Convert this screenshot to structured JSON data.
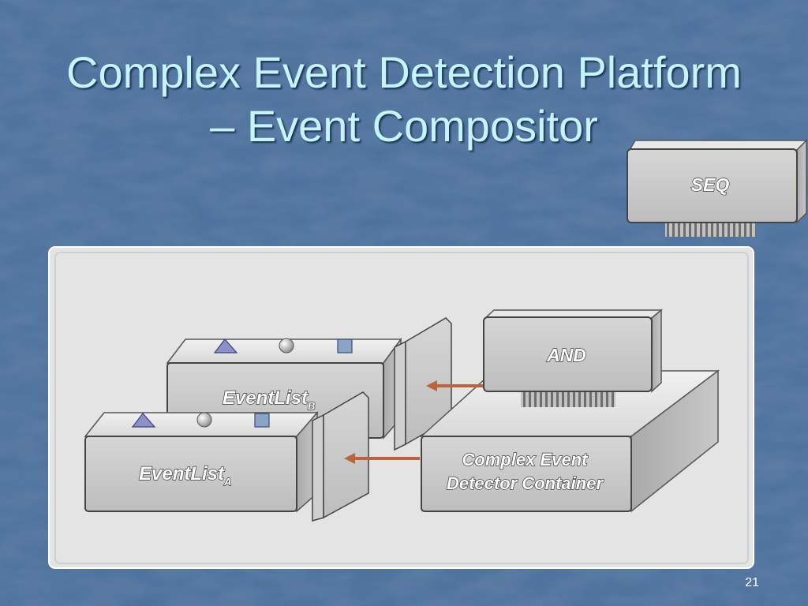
{
  "slide": {
    "title_line1": "Complex Event Detection Platform",
    "title_line2": "– Event Compositor",
    "page_number": "21"
  },
  "diagram": {
    "seq_label": "SEQ",
    "and_label": "AND",
    "eventlist_b_label": "EventList",
    "eventlist_b_sub": "B",
    "eventlist_a_label": "EventList",
    "eventlist_a_sub": "A",
    "container_label_line1": "Complex Event",
    "container_label_line2": "Detector Container"
  },
  "colors": {
    "background": "#4a6f9c",
    "title": "#c4f4ff",
    "panel": "#e3e3e3",
    "box_face": "#c9c9c9",
    "arrow": "#b8653f",
    "shape_accent": "#8a90c8"
  }
}
